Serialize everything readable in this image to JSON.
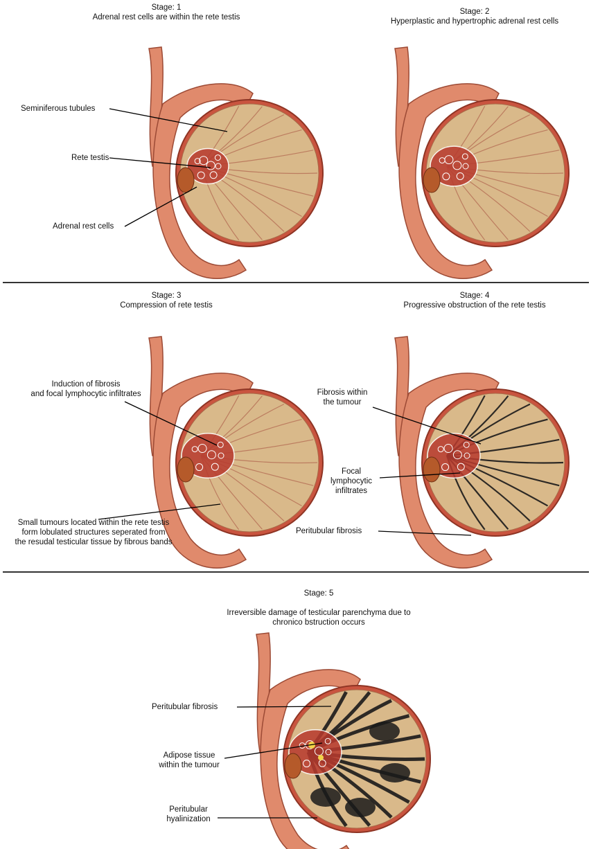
{
  "stages": [
    {
      "stage": "Stage: 1",
      "description": "Adrenal rest cells are within the rete testis",
      "labels": [
        "Seminiferous tubules",
        "Rete testis",
        "Adrenal rest cells"
      ]
    },
    {
      "stage": "Stage: 2",
      "description": "Hyperplastic and hypertrophic adrenal rest cells",
      "labels": []
    },
    {
      "stage": "Stage: 3",
      "description": "Compression of rete testis",
      "labels": [
        "Induction of fibrosis\nand focal lymphocytic infiltrates",
        "Small tumours located within the rete testis\nform lobulated structures seperated from\nthe resudal testicular tissue by fibrous bands"
      ]
    },
    {
      "stage": "Stage: 4",
      "description": "Progressive obstruction of the rete testis",
      "labels": [
        "Fibrosis within\nthe tumour",
        "Focal\nlymphocytic\ninfiltrates",
        "Peritubular fibrosis"
      ]
    },
    {
      "stage": "Stage: 5",
      "description": "Irreversible damage of testicular parenchyma due to\nchronico bstruction occurs",
      "labels": [
        "Peritubular fibrosis",
        "Adipose tissue\nwithin the tumour",
        "Peritubular\nhyalinization"
      ]
    }
  ],
  "colors": {
    "parenchyma": "#d9b98a",
    "tubule_lines": "#b8755a",
    "capsule": "#c9543f",
    "epididymis": "#e08a6c",
    "rete": "#b83a2e",
    "fibrosis": "#1a1a1a",
    "divider": "#333333"
  }
}
